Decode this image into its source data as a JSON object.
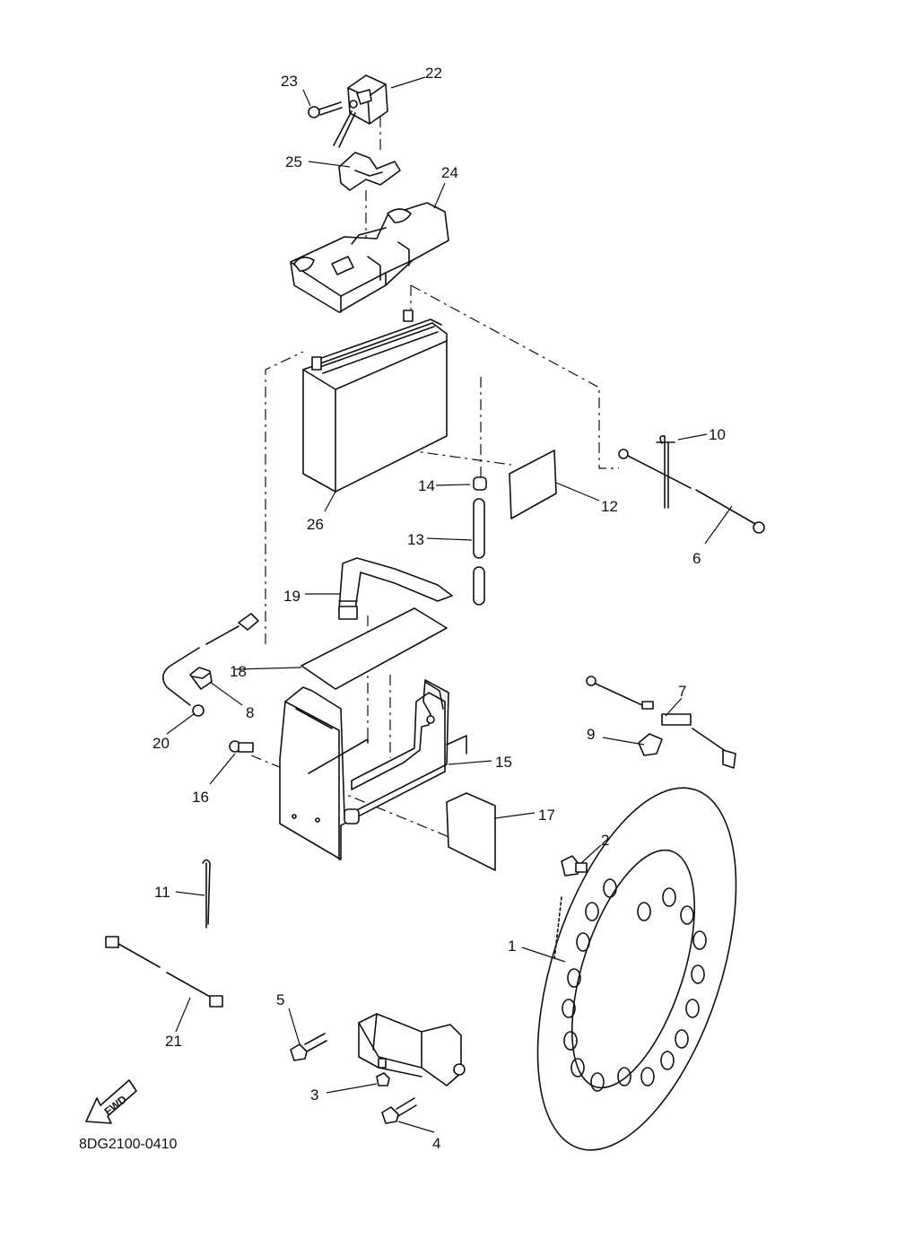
{
  "diagram_code": "8DG2100-0410",
  "fwd_label": "FWD",
  "callouts": {
    "c1": "1",
    "c2": "2",
    "c3": "3",
    "c4": "4",
    "c5": "5",
    "c6": "6",
    "c7": "7",
    "c8": "8",
    "c9": "9",
    "c10": "10",
    "c11": "11",
    "c12": "12",
    "c13": "13",
    "c14": "14",
    "c15": "15",
    "c16": "16",
    "c17": "17",
    "c18": "18",
    "c19": "19",
    "c20": "20",
    "c21": "21",
    "c22": "22",
    "c23": "23",
    "c24": "24",
    "c25": "25",
    "c26": "26"
  }
}
